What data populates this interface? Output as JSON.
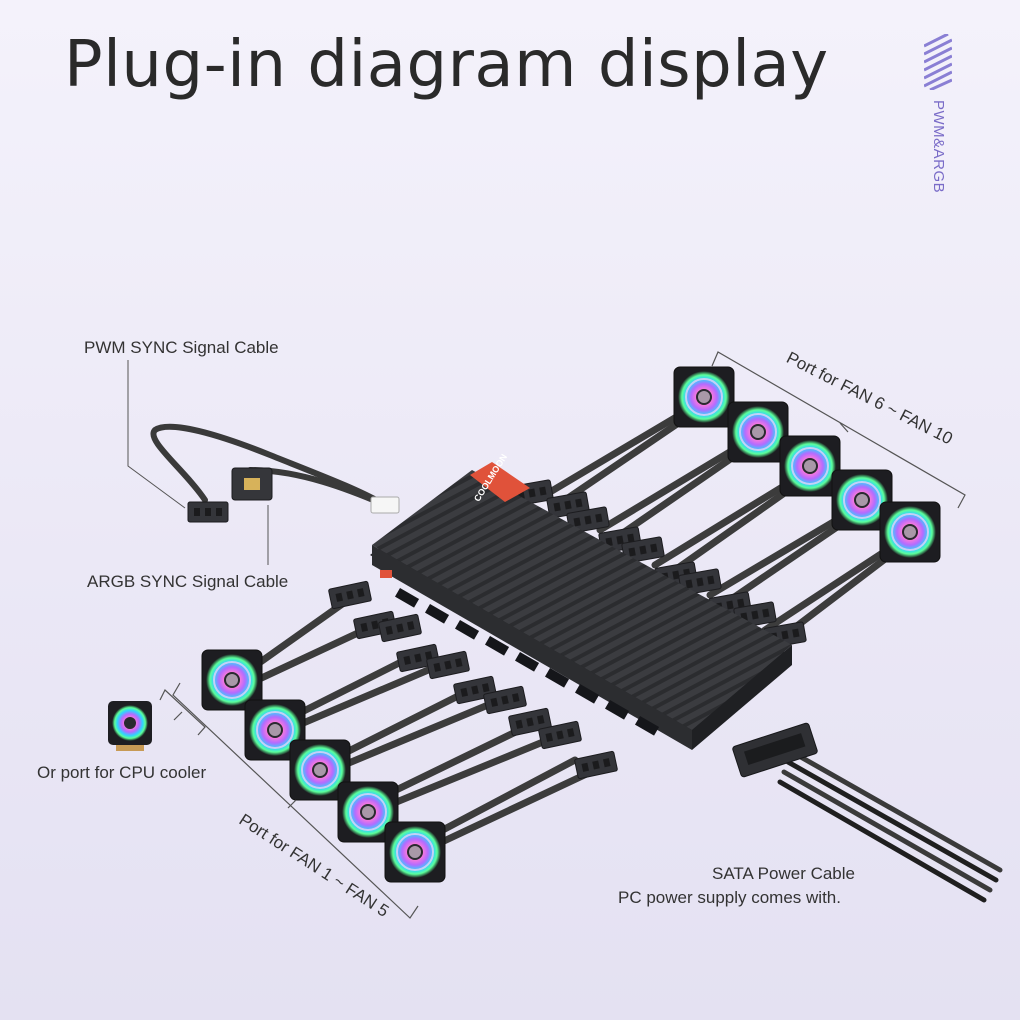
{
  "title": "Plug-in diagram display",
  "side_tag": "PWM&ARGB",
  "labels": {
    "pwm_sync": "PWM SYNC Signal Cable",
    "argb_sync": "ARGB SYNC Signal Cable",
    "cpu_cooler": "Or port for CPU cooler",
    "fan_6_10": "Port for FAN 6 ~ FAN 10",
    "fan_1_5": "Port for FAN 1 ~ FAN 5",
    "sata_line1": "SATA Power Cable",
    "sata_line2": "PC power supply comes with.",
    "brand": "COOLMOON"
  },
  "colors": {
    "accent": "#7a6cc8",
    "hub": "#3a3b3e",
    "brand_badge": "#e0523a",
    "cable": "#3c3c3c"
  },
  "icons": [
    "fan-icon",
    "cpu-cooler-icon",
    "connector-icon",
    "hub-icon"
  ]
}
